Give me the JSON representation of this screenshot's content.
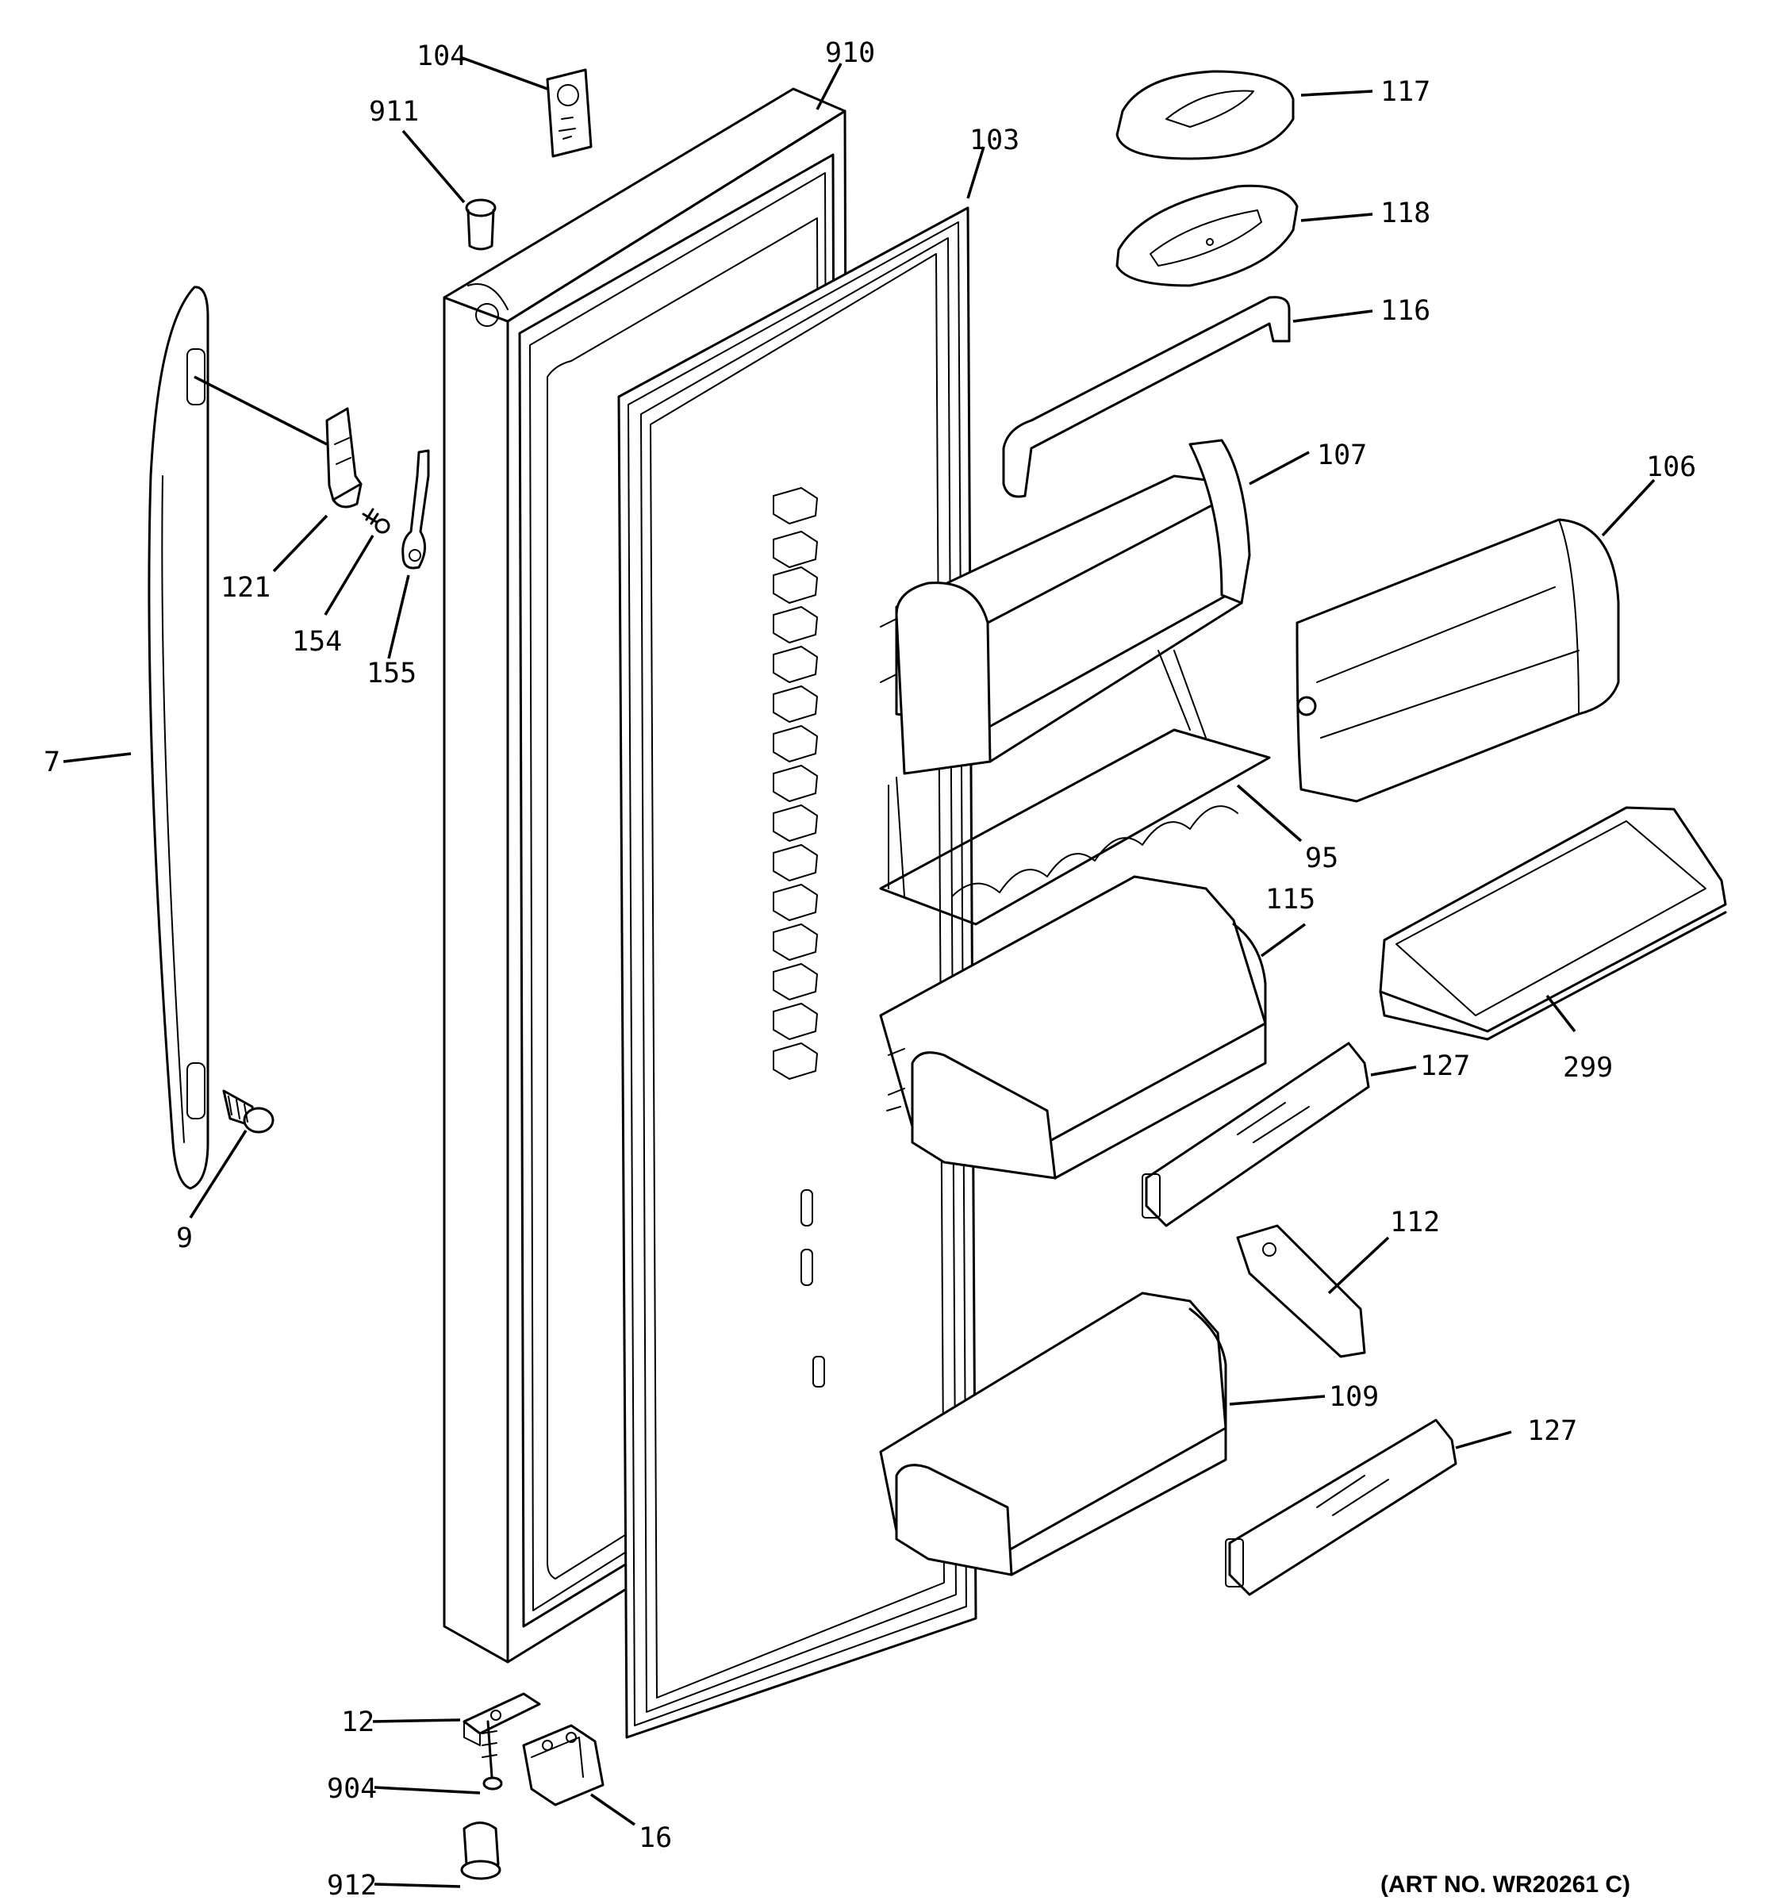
{
  "callouts": [
    {
      "id": "104",
      "label": "104"
    },
    {
      "id": "910",
      "label": "910"
    },
    {
      "id": "911",
      "label": "911"
    },
    {
      "id": "103",
      "label": "103"
    },
    {
      "id": "117",
      "label": "117"
    },
    {
      "id": "118",
      "label": "118"
    },
    {
      "id": "116",
      "label": "116"
    },
    {
      "id": "107",
      "label": "107"
    },
    {
      "id": "106",
      "label": "106"
    },
    {
      "id": "121",
      "label": "121"
    },
    {
      "id": "154",
      "label": "154"
    },
    {
      "id": "155",
      "label": "155"
    },
    {
      "id": "7",
      "label": "7"
    },
    {
      "id": "95",
      "label": "95"
    },
    {
      "id": "115",
      "label": "115"
    },
    {
      "id": "299",
      "label": "299"
    },
    {
      "id": "127a",
      "label": "127"
    },
    {
      "id": "9",
      "label": "9"
    },
    {
      "id": "112",
      "label": "112"
    },
    {
      "id": "109",
      "label": "109"
    },
    {
      "id": "127b",
      "label": "127"
    },
    {
      "id": "12",
      "label": "12"
    },
    {
      "id": "904",
      "label": "904"
    },
    {
      "id": "16",
      "label": "16"
    },
    {
      "id": "912",
      "label": "912"
    }
  ],
  "art_number": "(ART NO. WR20261 C)"
}
